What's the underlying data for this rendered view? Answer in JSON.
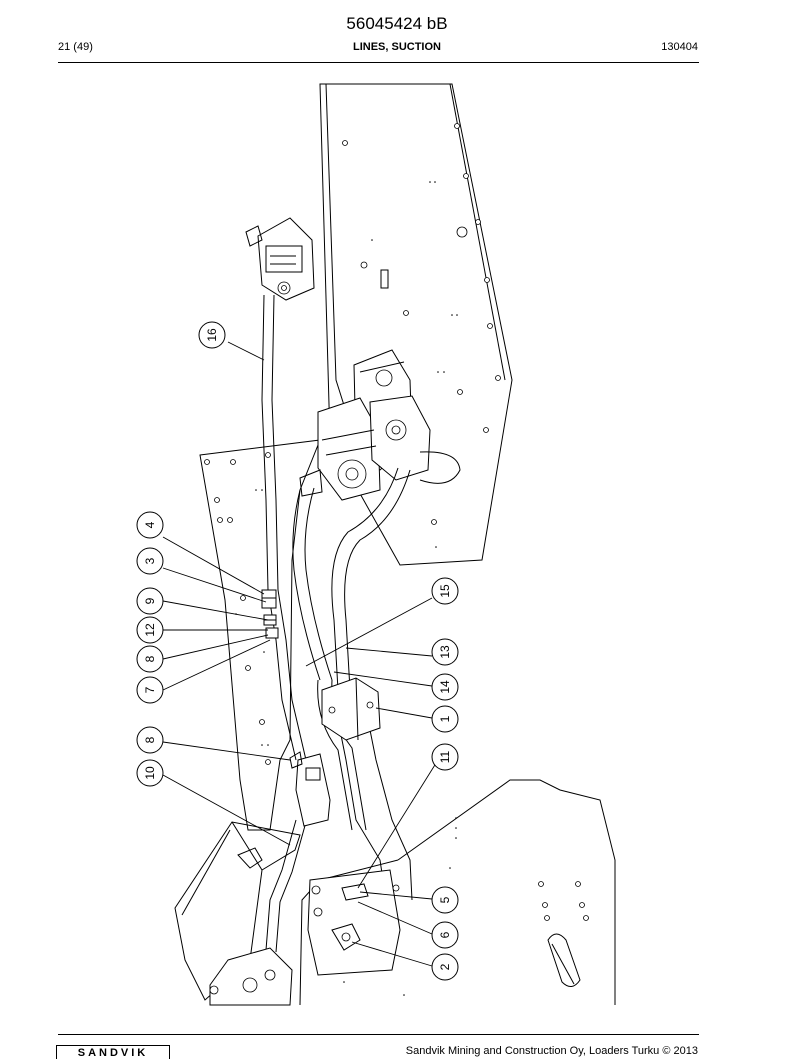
{
  "header": {
    "doc_number": "56045424 bB",
    "page_info": "21 (49)",
    "section_title": "LINES, SUCTION",
    "doc_date": "130404"
  },
  "callouts": [
    {
      "id": "c4",
      "label": "4"
    },
    {
      "id": "c3",
      "label": "3"
    },
    {
      "id": "c9",
      "label": "9"
    },
    {
      "id": "c12",
      "label": "12"
    },
    {
      "id": "c8a",
      "label": "8"
    },
    {
      "id": "c7",
      "label": "7"
    },
    {
      "id": "c8b",
      "label": "8"
    },
    {
      "id": "c10",
      "label": "10"
    },
    {
      "id": "c16",
      "label": "16"
    },
    {
      "id": "c15",
      "label": "15"
    },
    {
      "id": "c13",
      "label": "13"
    },
    {
      "id": "c14",
      "label": "14"
    },
    {
      "id": "c1",
      "label": "1"
    },
    {
      "id": "c11",
      "label": "11"
    },
    {
      "id": "c5",
      "label": "5"
    },
    {
      "id": "c6",
      "label": "6"
    },
    {
      "id": "c2",
      "label": "2"
    }
  ],
  "footer": {
    "logo": "SANDVIK",
    "copyright": "Sandvik Mining and Construction Oy, Loaders Turku © 2013"
  }
}
